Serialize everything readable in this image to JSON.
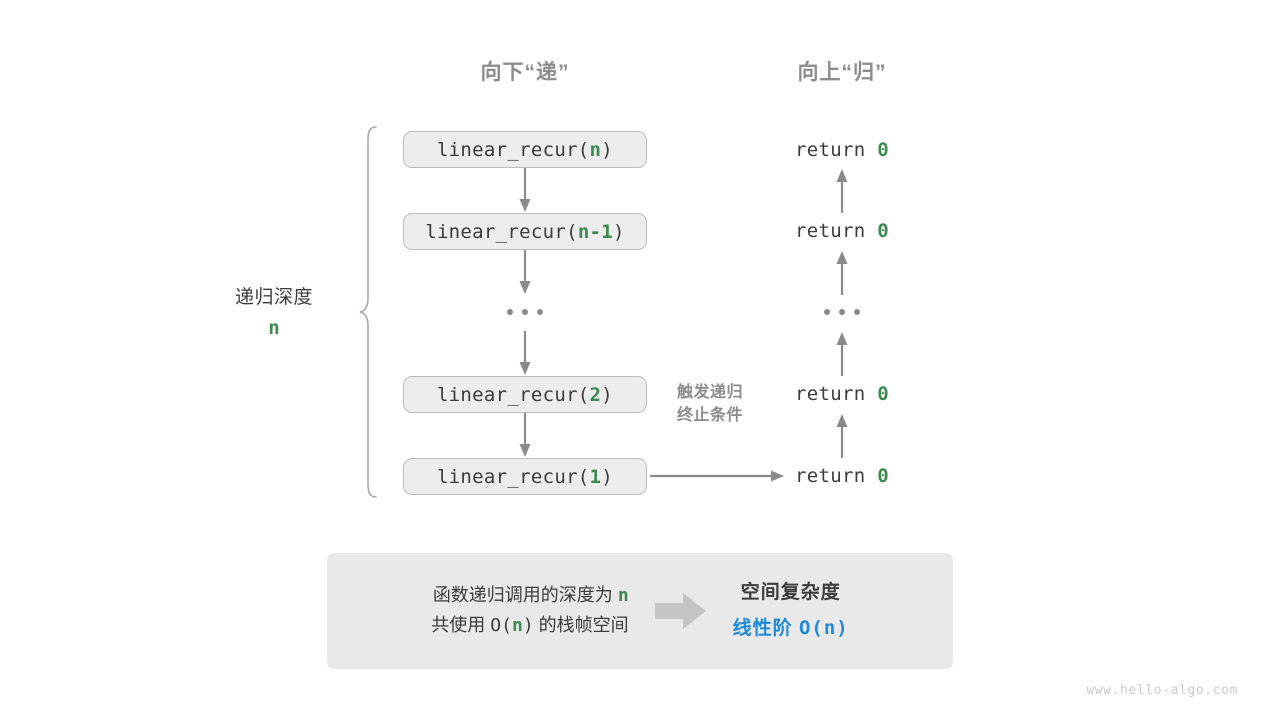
{
  "headers": {
    "down": "向下“递”",
    "up": "向上“归”"
  },
  "depth": {
    "label": "递归深度",
    "variable": "n"
  },
  "call_stack": [
    {
      "prefix": "linear_recur(",
      "arg": "n",
      "suffix": ")"
    },
    {
      "prefix": "linear_recur(",
      "arg": "n-1",
      "suffix": ")"
    },
    {
      "ellipsis": "..."
    },
    {
      "prefix": "linear_recur(",
      "arg": "2",
      "suffix": ")"
    },
    {
      "prefix": "linear_recur(",
      "arg": "1",
      "suffix": ")"
    }
  ],
  "returns": [
    {
      "keyword": "return",
      "value": "0"
    },
    {
      "keyword": "return",
      "value": "0"
    },
    {
      "ellipsis": "..."
    },
    {
      "keyword": "return",
      "value": "0"
    },
    {
      "keyword": "return",
      "value": "0"
    }
  ],
  "trigger_note": {
    "line1": "触发递归",
    "line2": "终止条件"
  },
  "summary": {
    "left_line1_a": "函数递归调用的深度为",
    "left_line1_var": "n",
    "left_line2_a": "共使用",
    "left_line2_bigo_pre": "O(",
    "left_line2_bigo_var": "n",
    "left_line2_bigo_post": ")",
    "left_line2_b": "的栈帧空间",
    "arrow_icon": "right-block-arrow-icon",
    "right_title": "空间复杂度",
    "right_value_text": "线性阶",
    "right_value_mono": "O(n)"
  },
  "watermark": "www.hello-algo.com",
  "colors": {
    "accent_green": "#3c8a4e",
    "accent_blue": "#1e8ad6",
    "gray_arrow": "#8a8a8a",
    "box_fill": "#ededed",
    "box_border": "#bdbdbd",
    "panel_bg": "#e9e9e9",
    "text_dark": "#3c3c3c",
    "text_muted": "#8c8c8c"
  }
}
